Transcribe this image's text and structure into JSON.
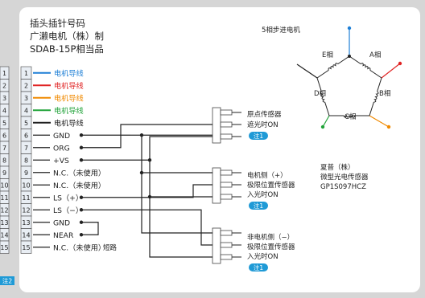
{
  "title": {
    "line1": "插头插针号码",
    "line2": "广濑电机（株）制",
    "line3": "SDAB-15P相当品"
  },
  "motor": {
    "title": "5相步进电机",
    "phases": [
      "A相",
      "B相",
      "C相",
      "D相",
      "E相"
    ]
  },
  "pins_outer": [
    "1",
    "2",
    "3",
    "4",
    "5",
    "6",
    "7",
    "8",
    "9",
    "10",
    "11",
    "12",
    "13",
    "14",
    "15"
  ],
  "pins_inner": [
    "1",
    "2",
    "3",
    "4",
    "5",
    "6",
    "7",
    "8",
    "9",
    "10",
    "11",
    "12",
    "13",
    "14",
    "15"
  ],
  "signals": [
    {
      "label": "电机导线",
      "color": "#1e7fd6"
    },
    {
      "label": "电机导线",
      "color": "#e02424"
    },
    {
      "label": "电机导线",
      "color": "#f08a00"
    },
    {
      "label": "电机导线",
      "color": "#22a33a"
    },
    {
      "label": "电机导线",
      "color": "#222222"
    },
    {
      "label": "GND",
      "color": "#222222"
    },
    {
      "label": "ORG",
      "color": "#222222"
    },
    {
      "label": "+VS",
      "color": "#222222"
    },
    {
      "label": "N.C.（未使用）",
      "color": "#222222"
    },
    {
      "label": "N.C.（未使用）",
      "color": "#222222"
    },
    {
      "label": "LS（+）",
      "color": "#222222"
    },
    {
      "label": "LS（−）",
      "color": "#222222"
    },
    {
      "label": "GND",
      "color": "#222222"
    },
    {
      "label": "NEAR",
      "color": "#222222"
    },
    {
      "label": "N.C.（未使用）",
      "color": "#222222"
    }
  ],
  "short_label": "短路",
  "sensors": [
    {
      "line1": "原点传感器",
      "line2": "遮光时ON",
      "note": "注1"
    },
    {
      "line1": "电机侧（+）",
      "line2": "极限位置传感器",
      "line3": "入光时ON",
      "note": "注1"
    },
    {
      "line1": "非电机侧（−）",
      "line2": "极限位置传感器",
      "line3": "入光时ON",
      "note": "注1"
    }
  ],
  "maker": {
    "line1": "夏普（株）",
    "line2": "微型光电传感器",
    "line3": "GP1S097HCZ"
  },
  "note2": "注2",
  "colors": {
    "frame_bg": "#d6d6d6",
    "panel_bg": "#ffffff",
    "pin_bg": "#e9eef4",
    "badge": "#1f9ad6",
    "A": "#e02424",
    "B": "#f08a00",
    "C": "#222222",
    "D": "#22a33a",
    "E": "#1e7fd6"
  }
}
